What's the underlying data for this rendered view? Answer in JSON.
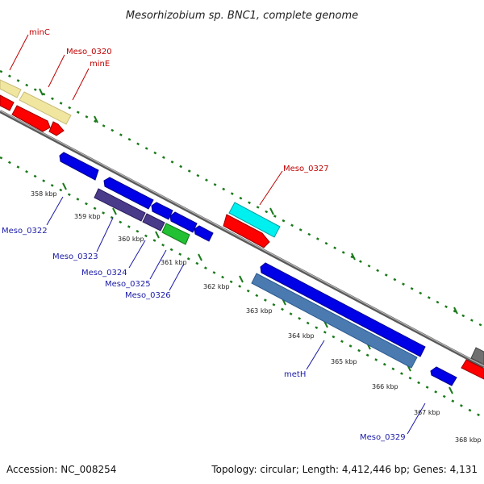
{
  "title": "Mesorhizobium sp. BNC1, complete genome",
  "accession": "Accession: NC_008254",
  "topology": "Topology: circular; Length: 4,412,446 bp; Genes: 4,131",
  "colors": {
    "backbone": "#8a8a8a",
    "gridline": "#1a7a1a",
    "cds_blue": "#0000e6",
    "cds_red": "#ff0000",
    "cds_yellow": "#f0e6a0",
    "cds_cyan": "#00f0f0",
    "cds_purple": "#4a3a8a",
    "cds_green": "#22c033",
    "cds_steel": "#4a7ab0",
    "cds_gray": "#707070",
    "label_forward": "#c00000",
    "label_reverse": "#1a1aa8"
  },
  "ticks": [
    "358 kbp",
    "359 kbp",
    "360 kbp",
    "361 kbp",
    "362 kbp",
    "363 kbp",
    "364 kbp",
    "365 kbp",
    "366 kbp",
    "367 kbp",
    "368 kbp"
  ],
  "gene_labels": {
    "minC": "minC",
    "meso0320": "Meso_0320",
    "minE": "minE",
    "meso0327": "Meso_0327",
    "meso0322": "Meso_0322",
    "meso0323": "Meso_0323",
    "meso0324": "Meso_0324",
    "meso0325": "Meso_0325",
    "meso0326": "Meso_0326",
    "metH": "metH",
    "meso0329": "Meso_0329"
  }
}
